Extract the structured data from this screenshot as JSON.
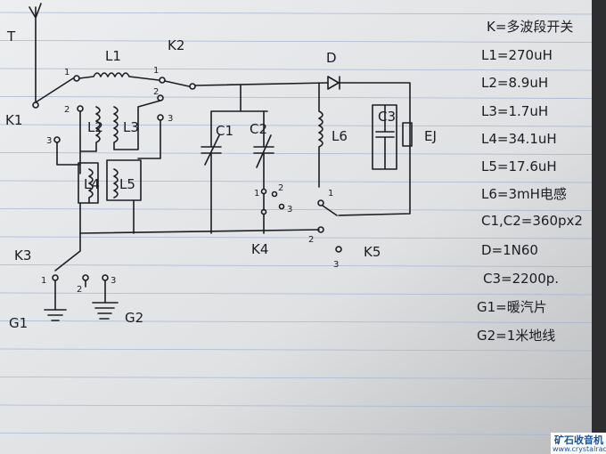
{
  "diagram": {
    "labels": {
      "antenna": "T",
      "K1": "K1",
      "K2": "K2",
      "K3": "K3",
      "K4": "K4",
      "K5": "K5",
      "L1": "L1",
      "L2": "L2",
      "L3": "L3",
      "L4": "L4",
      "L5": "L5",
      "L6": "L6",
      "C1": "C1",
      "C2": "C2",
      "C3": "C3",
      "D": "D",
      "EJ": "EJ",
      "G1": "G1",
      "G2": "G2",
      "pos1": "1",
      "pos2": "2",
      "pos3": "3"
    },
    "legend": [
      "K=多波段开关",
      "L1=270uH",
      "L2=8.9uH",
      "L3=1.7uH",
      "L4=34.1uH",
      "L5=17.6uH",
      "L6=3mH电感",
      "C1,C2=360px2",
      "D=1N60",
      "C3=2200p.",
      "G1=暖汽片",
      "G2=1米地线"
    ],
    "watermark": {
      "title": "矿石收音机",
      "url": "www.crystalradio.cn"
    }
  },
  "colors": {
    "ink": "#1c1c22",
    "paper": "#e6e8ea",
    "rule": "#a9b6d6",
    "watermark": "#1a4fa0"
  }
}
